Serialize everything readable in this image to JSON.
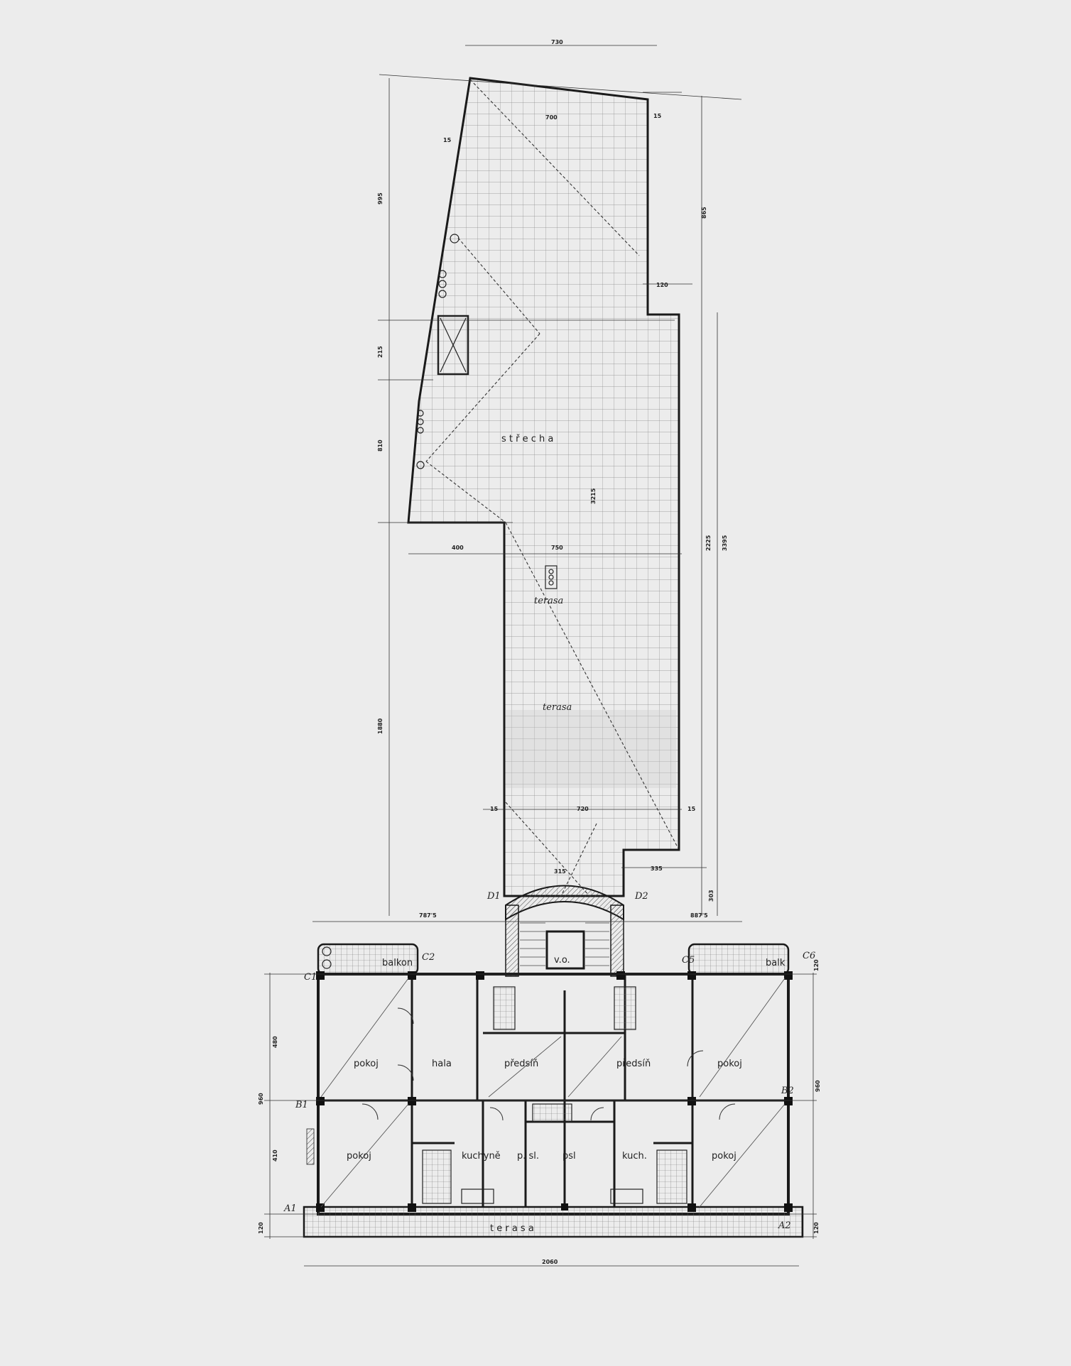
{
  "colors": {
    "paper": "#ececec",
    "ink": "#1a1a1a",
    "grid": "#8a8a8a"
  },
  "dimensions": {
    "top_width": "730",
    "top_inner": "700",
    "roof_left_15": "15",
    "roof_right_15": "15",
    "left_995": "995",
    "right_865": "865",
    "notch_120": "120",
    "left_215": "215",
    "left_810": "810",
    "mid_3215": "3215",
    "right_2225": "2225",
    "right_3395": "3395",
    "step_400": "400",
    "step_750": "750",
    "left_1880": "1880",
    "low_15_l": "15",
    "low_720": "720",
    "low_15_r": "15",
    "stair_315": "315",
    "stair_335": "335",
    "stair_303": "303",
    "wing_left": "787'5",
    "wing_right": "887'5",
    "total_width": "2060",
    "left_960": "960",
    "right_960": "960",
    "left_480": "480",
    "left_410": "410",
    "right_120_top": "120",
    "right_120_bottom": "120",
    "left_120": "120"
  },
  "labels": {
    "strecha": "s t ř e c h a",
    "terasa_upper": "terasa",
    "terasa_lower": "terasa",
    "balkon_left": "balkon",
    "balkon_right": "balk",
    "pokoj_ul": "pokoj",
    "hala": "hala",
    "predsin_l": "předsíň",
    "predsin_r": "předsíň",
    "pokoj_ur": "pokoj",
    "pokoj_ll": "pokoj",
    "kuchyne": "kuchyně",
    "psl_l": "p. sl.",
    "psl_r": "psl",
    "kuch": "kuch.",
    "pokoj_lr": "pokoj",
    "terasa_bottom": "t e r a s a",
    "vo": "v.o."
  },
  "section_marks": {
    "a1": "A1",
    "a2": "A2",
    "b1": "B1",
    "b2": "B2",
    "c1": "C1",
    "c2": "C2",
    "c5": "C5",
    "c6": "C6",
    "d1": "D1",
    "d2": "D2"
  }
}
